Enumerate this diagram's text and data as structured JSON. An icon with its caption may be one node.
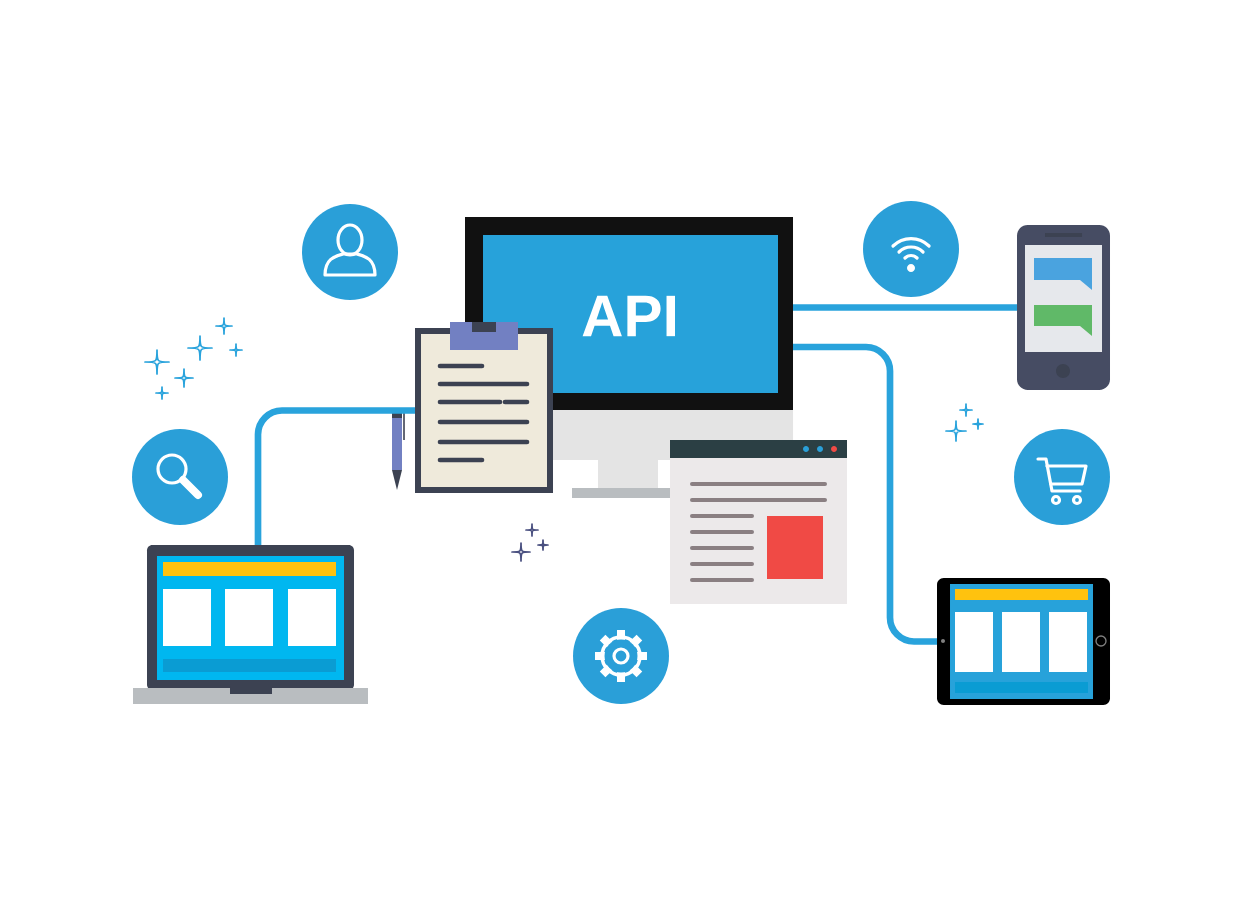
{
  "diagram": {
    "nodes": [
      {
        "text": [
          "API"
        ]
      },
      {
        "text": [],
        "shape": "picture"
      },
      {
        "text": [],
        "shape": "picture"
      },
      {
        "text": [],
        "shape": "picture"
      },
      {
        "text": [],
        "shape": "picture"
      }
    ],
    "edges": [
      {
        "from": 2,
        "to": 1,
        "arrow": "none"
      },
      {
        "from": 0,
        "to": 3,
        "arrow": "none"
      },
      {
        "from": 0,
        "to": 4,
        "arrow": "none"
      }
    ]
  }
}
